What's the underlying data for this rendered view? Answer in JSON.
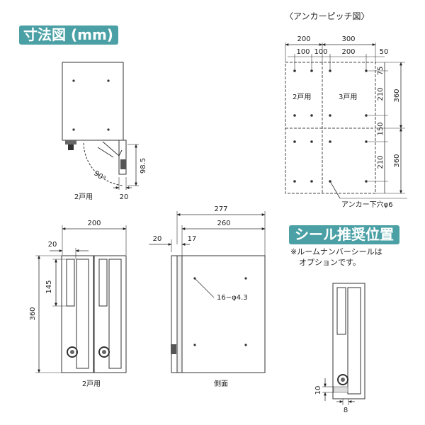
{
  "headings": {
    "dimension_title": "寸法図 (mm)",
    "anchor_title": "〈アンカーピッチ図〉",
    "seal_title": "シール推奨位置",
    "seal_note_1": "※ルームナンバーシールは",
    "seal_note_2": "オプションです。"
  },
  "top_view": {
    "angle": "90°",
    "dim_985": "98.5",
    "dim_20": "20",
    "caption": "2戸用"
  },
  "anchor": {
    "top_200": "200",
    "top_300": "300",
    "sub_100a": "100",
    "sub_100b": "100",
    "sub_200": "200",
    "side_50": "50",
    "right_75": "75",
    "right_210a": "210",
    "right_150": "150",
    "right_210b": "210",
    "outer_360a": "360",
    "outer_360b": "360",
    "label_2": "2戸用",
    "label_3": "3戸用",
    "hole_label": "アンカー下穴φ6"
  },
  "front": {
    "width_200": "200",
    "dim_20": "20",
    "height_145": "145",
    "height_360": "360",
    "caption": "2戸用"
  },
  "side": {
    "dim_277": "277",
    "dim_260": "260",
    "dim_20": "20",
    "dim_17": "17",
    "holes": "16−φ4.3",
    "caption": "側面"
  },
  "seal": {
    "dim_10": "10",
    "dim_8": "8"
  }
}
